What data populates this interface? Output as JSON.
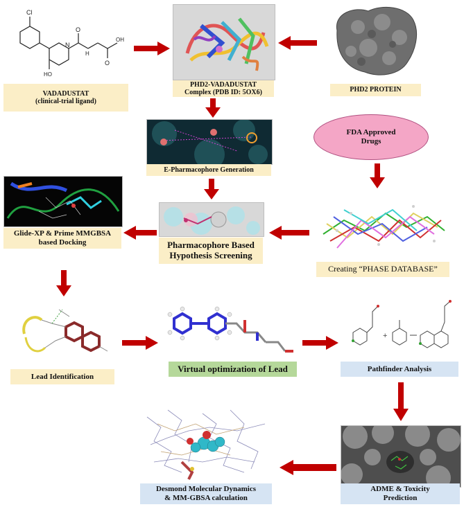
{
  "labels": {
    "vadadustat_title": "VADADUSTAT",
    "vadadustat_sub": "(clinical-trial ligand)",
    "complex_title": "PHD2-VADADUSTAT",
    "complex_sub": "Complex (PDB ID: 5OX6)",
    "protein": "PHD2 PROTEIN",
    "fda_line1": "FDA Approved",
    "fda_line2": "Drugs",
    "epharm": "E-Pharmacophore Generation",
    "glide_line1": "Glide-XP & Prime MMGBSA",
    "glide_line2": "based Docking",
    "hypo_line1": "Pharmacophore Based",
    "hypo_line2": "Hypothesis Screening",
    "phase": "Creating “PHASE DATABASE”",
    "lead": "Lead Identification",
    "virtual": "Virtual optimization of Lead",
    "pathfinder": "Pathfinder Analysis",
    "adme_line1": "ADME & Toxicity",
    "adme_line2": "Prediction",
    "desmond_line1": "Desmond Molecular Dynamics",
    "desmond_line2": "& MM-GBSA  calculation"
  },
  "molecule_labels": {
    "cl": "Cl",
    "n": "N",
    "nh": "H",
    "o1": "O",
    "o2": "O",
    "oh": "OH",
    "ho": "HO"
  },
  "colors": {
    "arrow": "#c00000",
    "cream": "#fbeec7",
    "blue": "#d6e4f3",
    "green": "#b5d89a",
    "pink_ellipse": "#f4a6c6",
    "protein_gray": "#6e6e6e"
  }
}
